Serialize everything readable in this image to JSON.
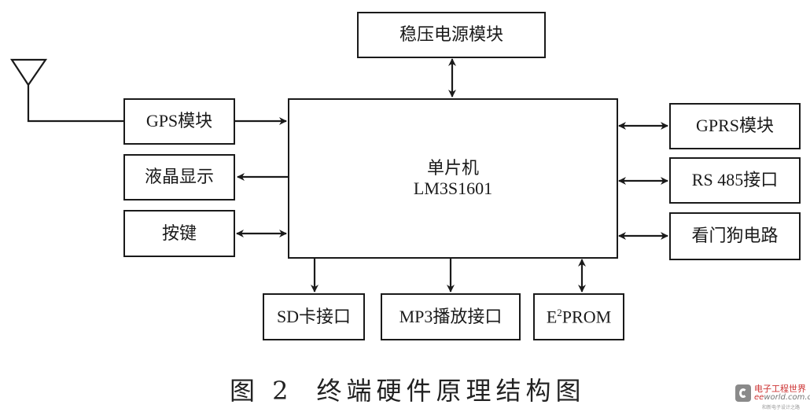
{
  "diagram": {
    "title": "终端硬件原理结构图",
    "figure_number": "图 2",
    "center": {
      "line1": "单片机",
      "line2": "LM3S1601"
    },
    "top": {
      "label": "稳压电源模块",
      "link": "bidirectional"
    },
    "left": [
      {
        "label": "GPS模块",
        "link": "to-center",
        "antenna": true
      },
      {
        "label": "液晶显示",
        "link": "from-center"
      },
      {
        "label": "按键",
        "link": "bidirectional"
      }
    ],
    "right": [
      {
        "label": "GPRS模块",
        "link": "bidirectional"
      },
      {
        "label": "RS 485接口",
        "link": "bidirectional"
      },
      {
        "label": "看门狗电路",
        "link": "bidirectional"
      }
    ],
    "bottom": [
      {
        "label": "SD卡接口",
        "link": "from-center"
      },
      {
        "label": "MP3播放接口",
        "link": "from-center"
      },
      {
        "label_base": "E",
        "label_sup": "2",
        "label_rest": "PROM",
        "link": "bidirectional"
      }
    ]
  },
  "watermark": {
    "cn": "电子工程世界",
    "en_prefix": "ee",
    "en_rest": "world.com.cn",
    "tagline": "和新电子设计之路"
  }
}
